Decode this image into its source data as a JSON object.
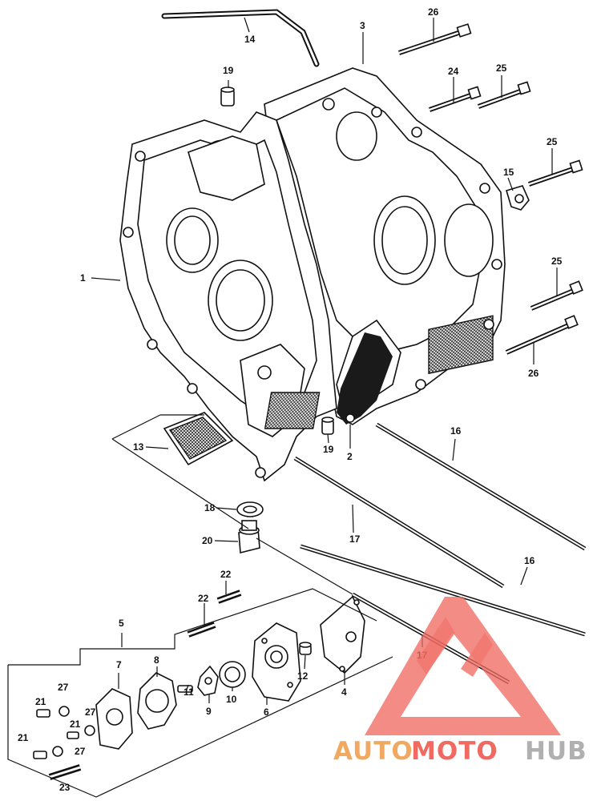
{
  "labels": {
    "l1": "1",
    "l2": "2",
    "l3": "3",
    "l4": "4",
    "l5": "5",
    "l6": "6",
    "l7": "7",
    "l8": "8",
    "l9": "9",
    "l10": "10",
    "l11": "11",
    "l12": "12",
    "l13": "13",
    "l14": "14",
    "l15": "15",
    "l16a": "16",
    "l16b": "16",
    "l17a": "17",
    "l17b": "17",
    "l18": "18",
    "l19a": "19",
    "l19b": "19",
    "l20": "20",
    "l21a": "21",
    "l21b": "21",
    "l21c": "21",
    "l22a": "22",
    "l22b": "22",
    "l23": "23",
    "l24": "24",
    "l25a": "25",
    "l25b": "25",
    "l25c": "25",
    "l26a": "26",
    "l26b": "26",
    "l27a": "27",
    "l27b": "27",
    "l27c": "27"
  },
  "watermark": {
    "part1": "AUTO",
    "part2": "MOTO",
    "part3": "HUB",
    "color_part1": "#f0a050",
    "color_part2": "#f05a50",
    "color_part3": "#a8a8a8",
    "logo_color": "#f06a60"
  }
}
